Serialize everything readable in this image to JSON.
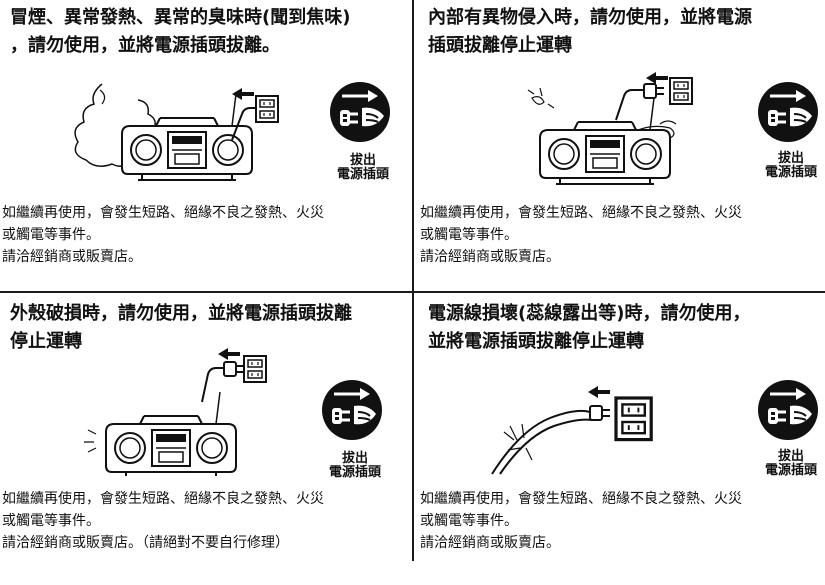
{
  "sections": [
    {
      "title": [
        "冒煙、異常發熱、異常的臭味時(聞到焦味)",
        "，請勿使用，並將電源插頭拔離。"
      ],
      "body": [
        "如繼續再使用，會發生短路、絕緣不良之發熱、火災",
        "或觸電等事件。",
        "請洽經銷商或販賣店。"
      ]
    },
    {
      "title": [
        "內部有異物侵入時，請勿使用，並將電源",
        "插頭拔離停止運轉"
      ],
      "body": [
        "如繼續再使用，會發生短路、絕緣不良之發熱、火災",
        "或觸電等事件。",
        "請洽經銷商或販賣店。"
      ]
    },
    {
      "title": [
        "外殼破損時，請勿使用，並將電源插頭拔離",
        "停止運轉"
      ],
      "body": [
        "如繼續再使用，會發生短路、絕緣不良之發熱、火災",
        "或觸電等事件。",
        "請洽經銷商或販賣店。（請絕對不要自行修理）"
      ]
    },
    {
      "title": [
        "電源線損壞(蕊線露出等)時，請勿使用，",
        "並將電源插頭拔離停止運轉"
      ],
      "body": [
        "如繼續再使用，會發生短路、絕緣不良之發熱、火災",
        "或觸電等事件。",
        "請洽經銷商或販賣店。"
      ]
    }
  ],
  "badge_label": [
    "拔出",
    "電源插頭"
  ],
  "icons": {
    "badge": "unplug-symbol-icon",
    "radio": "cassette-radio-icon",
    "outlet": "wall-outlet-icon",
    "plug": "power-plug-icon"
  }
}
